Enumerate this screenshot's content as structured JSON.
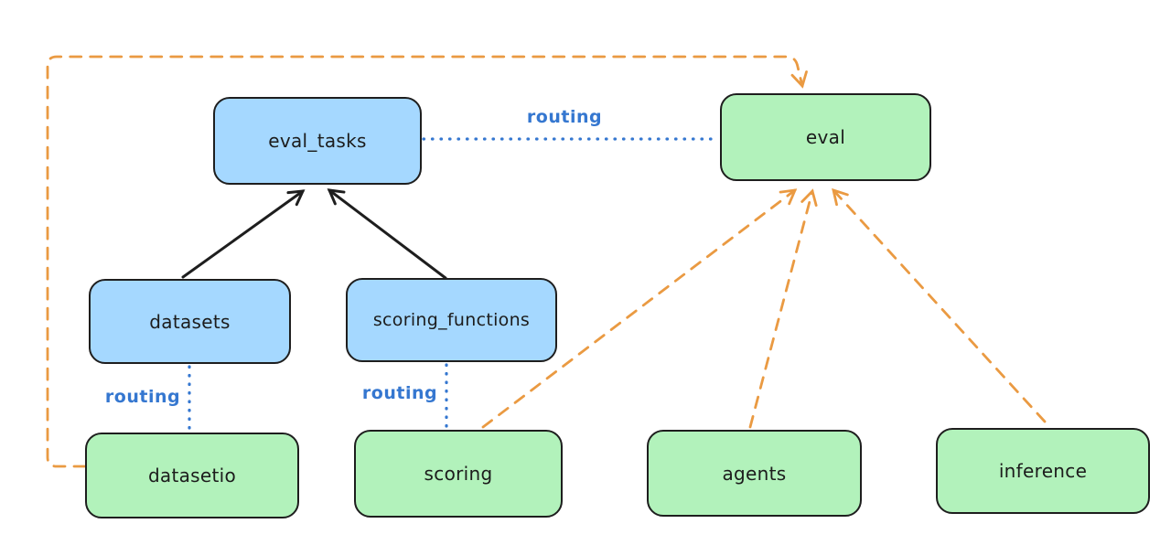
{
  "diagram": {
    "description": "Architecture diagram showing eval APIs routed to providers",
    "background_color": "#ffffff",
    "colors": {
      "api_fill": "#a5d8ff",
      "provider_fill": "#b2f2bb",
      "node_stroke": "#1e1e1e",
      "routing_blue": "#3577d0",
      "dashed_orange": "#ea9a42",
      "solid_arrow_black": "#1e1e1e"
    },
    "nodes": [
      {
        "id": "eval_tasks",
        "label": "eval_tasks",
        "kind": "api",
        "fill": "#a5d8ff"
      },
      {
        "id": "eval",
        "label": "eval",
        "kind": "provider",
        "fill": "#b2f2bb"
      },
      {
        "id": "datasets",
        "label": "datasets",
        "kind": "api",
        "fill": "#a5d8ff"
      },
      {
        "id": "scoring_functions",
        "label": "scoring_functions",
        "kind": "api",
        "fill": "#a5d8ff"
      },
      {
        "id": "datasetio",
        "label": "datasetio",
        "kind": "provider",
        "fill": "#b2f2bb"
      },
      {
        "id": "scoring",
        "label": "scoring",
        "kind": "provider",
        "fill": "#b2f2bb"
      },
      {
        "id": "agents",
        "label": "agents",
        "kind": "provider",
        "fill": "#b2f2bb"
      },
      {
        "id": "inference",
        "label": "inference",
        "kind": "provider",
        "fill": "#b2f2bb"
      }
    ],
    "edges": [
      {
        "from": "datasets",
        "to": "eval_tasks",
        "style": "solid",
        "color": "#1e1e1e",
        "arrow": true,
        "label": ""
      },
      {
        "from": "scoring_functions",
        "to": "eval_tasks",
        "style": "solid",
        "color": "#1e1e1e",
        "arrow": true,
        "label": ""
      },
      {
        "from": "eval_tasks",
        "to": "eval",
        "style": "dotted",
        "color": "#3577d0",
        "arrow": false,
        "label": "routing"
      },
      {
        "from": "datasets",
        "to": "datasetio",
        "style": "dotted",
        "color": "#3577d0",
        "arrow": false,
        "label": "routing"
      },
      {
        "from": "scoring_functions",
        "to": "scoring",
        "style": "dotted",
        "color": "#3577d0",
        "arrow": false,
        "label": "routing"
      },
      {
        "from": "datasetio",
        "to": "eval",
        "style": "dashed",
        "color": "#ea9a42",
        "arrow": true,
        "label": ""
      },
      {
        "from": "scoring",
        "to": "eval",
        "style": "dashed",
        "color": "#ea9a42",
        "arrow": true,
        "label": ""
      },
      {
        "from": "agents",
        "to": "eval",
        "style": "dashed",
        "color": "#ea9a42",
        "arrow": true,
        "label": ""
      },
      {
        "from": "inference",
        "to": "eval",
        "style": "dashed",
        "color": "#ea9a42",
        "arrow": true,
        "label": ""
      }
    ]
  }
}
